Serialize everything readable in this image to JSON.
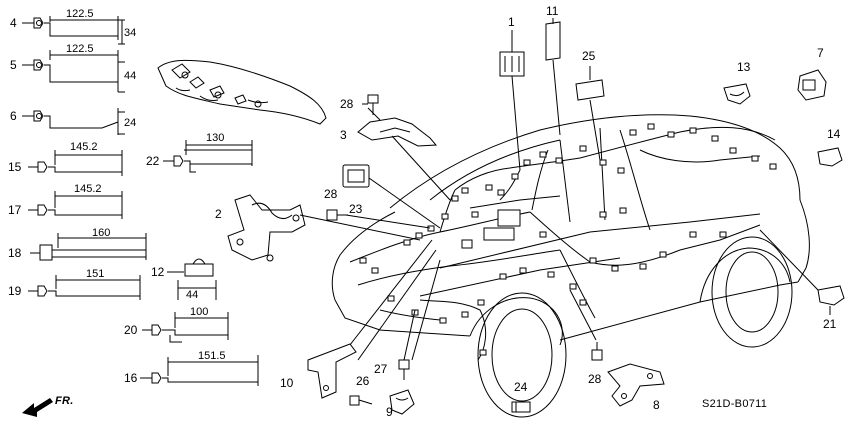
{
  "diagram": {
    "code": "S21D-B0711",
    "front_label": "FR.",
    "parts": [
      {
        "no": "4",
        "dim": "122.5",
        "dim2": "34"
      },
      {
        "no": "5",
        "dim": "122.5",
        "dim2": "44"
      },
      {
        "no": "6",
        "dim2": "24"
      },
      {
        "no": "15",
        "dim": "145.2"
      },
      {
        "no": "17",
        "dim": "145.2"
      },
      {
        "no": "18",
        "dim": "160"
      },
      {
        "no": "19",
        "dim": "151"
      },
      {
        "no": "12",
        "dim": "44"
      },
      {
        "no": "20",
        "dim": "100"
      },
      {
        "no": "16",
        "dim": "151.5"
      },
      {
        "no": "22",
        "dim": "130"
      }
    ],
    "callouts": [
      "1",
      "11",
      "25",
      "13",
      "7",
      "14",
      "21",
      "28",
      "3",
      "2",
      "28",
      "23",
      "10",
      "26",
      "9",
      "27",
      "24",
      "28",
      "8"
    ]
  }
}
